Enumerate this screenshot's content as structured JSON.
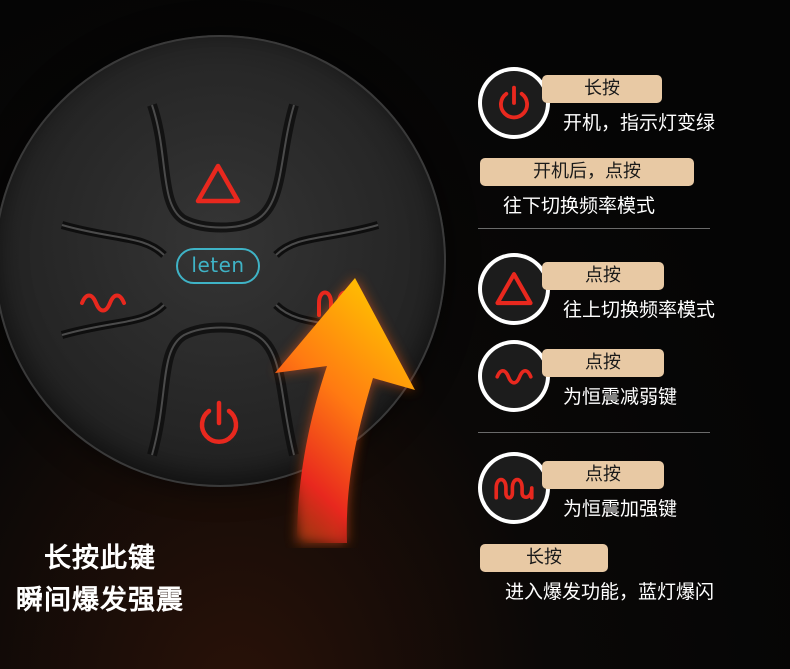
{
  "device": {
    "logo": "leten",
    "callout_line1": "长按此键",
    "callout_line2": "瞬间爆发强震",
    "icons": {
      "up": "triangle-up-icon",
      "left": "wave-weak-icon",
      "right": "wave-strong-icon",
      "power": "power-icon"
    }
  },
  "instructions": [
    {
      "icon": "power-icon",
      "action": "长按",
      "description": "开机，指示灯变绿"
    },
    {
      "icon": "",
      "action": "开机后，点按",
      "description": "往下切换频率模式"
    },
    {
      "icon": "triangle-up-icon",
      "action": "点按",
      "description": "往上切换频率模式"
    },
    {
      "icon": "wave-weak-icon",
      "action": "点按",
      "description": "为恒震减弱键"
    },
    {
      "icon": "wave-strong-icon",
      "action": "点按",
      "description": "为恒震加强键"
    },
    {
      "icon": "",
      "action": "长按",
      "description": "进入爆发功能，蓝灯爆闪"
    }
  ],
  "colors": {
    "accent_red": "#e8281e",
    "logo_teal": "#3fb3c6",
    "pill_bg": "#e8c9a4",
    "arrow_top": "#ffc400",
    "arrow_bottom": "#e8281e"
  }
}
